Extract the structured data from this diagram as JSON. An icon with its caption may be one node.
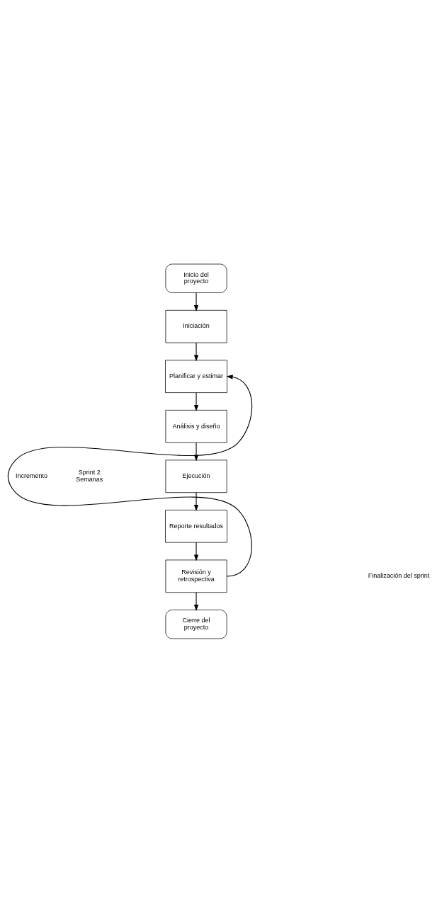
{
  "diagram": {
    "nodes": [
      {
        "text": [
          "Inicio del proyecto"
        ]
      },
      {
        "text": [
          "Iniciación"
        ]
      },
      {
        "text": [
          "Planificar y estimar"
        ]
      },
      {
        "text": [
          "Análisis y diseño"
        ]
      },
      {
        "text": [
          "Ejecución"
        ]
      },
      {
        "text": [
          "Reporte resultados"
        ]
      },
      {
        "text": [
          "Revisión y retrospectiva"
        ]
      },
      {
        "text": [
          "Cierre del proyecto"
        ]
      }
    ],
    "edges": [
      {
        "from": 0,
        "to": 1,
        "arrow": "to"
      },
      {
        "from": 1,
        "to": 2,
        "arrow": "to"
      },
      {
        "from": 2,
        "to": 3,
        "arrow": "to"
      },
      {
        "from": 3,
        "to": 4,
        "arrow": "to"
      },
      {
        "from": 4,
        "to": 5,
        "arrow": "to"
      },
      {
        "from": 5,
        "to": 6,
        "arrow": "to"
      },
      {
        "from": 6,
        "to": 2,
        "arrow": "to",
        "label": "Incremento"
      },
      {
        "from": 6,
        "to": 7,
        "arrow": "to"
      }
    ],
    "labels": [
      "Sprint 2 Semanas",
      "Finalización del sprint"
    ]
  }
}
